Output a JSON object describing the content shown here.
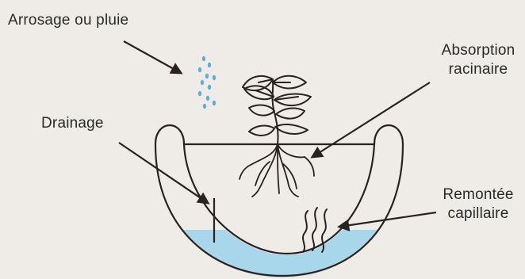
{
  "labels": {
    "watering": "Arrosage ou pluie",
    "drainage": "Drainage",
    "absorption_line1": "Absorption",
    "absorption_line2": "racinaire",
    "capillary_line1": "Remontée",
    "capillary_line2": "capillaire"
  },
  "colors": {
    "background": "#efece7",
    "stroke": "#2b2220",
    "water": "#a8d6ea",
    "rain": "#5ab0dd"
  }
}
